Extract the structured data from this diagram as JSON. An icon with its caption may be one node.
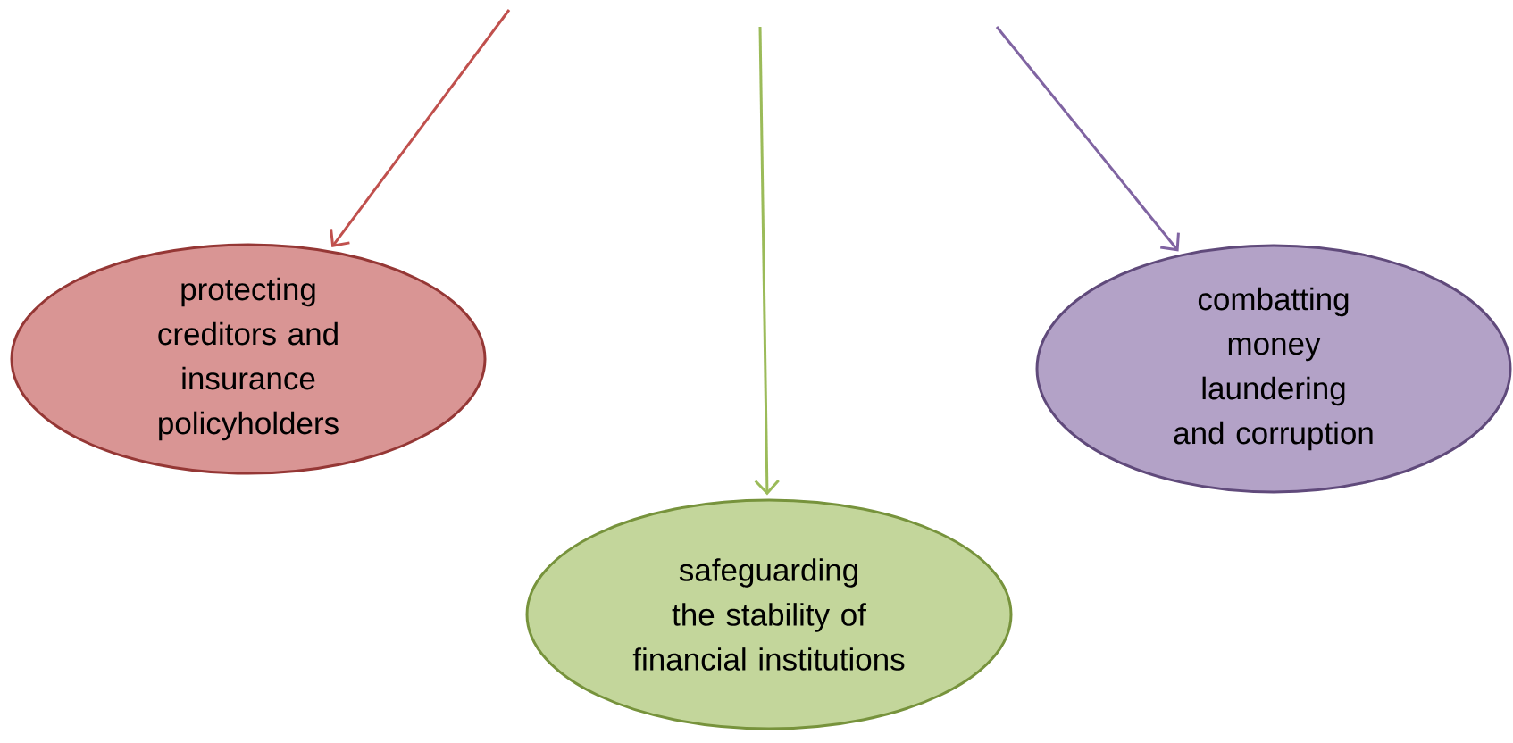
{
  "diagram": {
    "nodes": [
      {
        "text": [
          "protecting creditors and insurance policyholders"
        ]
      },
      {
        "text": [
          "safeguarding the stability of financial institutions"
        ]
      },
      {
        "text": [
          "combatting money laundering and corruption"
        ]
      }
    ],
    "edges": [
      {
        "from": null,
        "to": 0,
        "arrow": "to",
        "color": "#c0504d"
      },
      {
        "from": null,
        "to": 1,
        "arrow": "to",
        "color": "#9bbb59"
      },
      {
        "from": null,
        "to": 2,
        "arrow": "to",
        "color": "#8064a2"
      }
    ]
  }
}
